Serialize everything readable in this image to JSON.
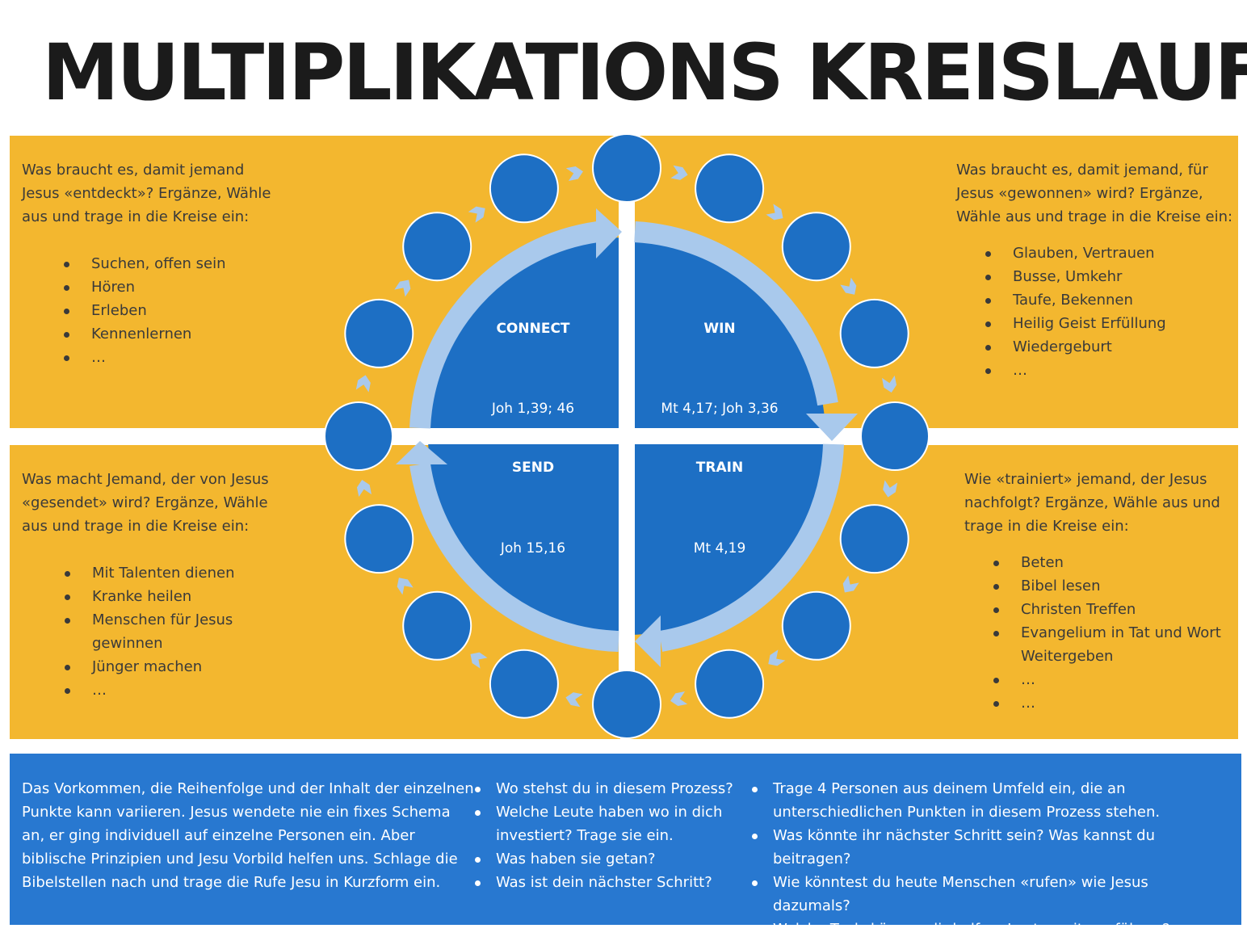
{
  "title": "MULTIPLIKATIONS KREISLAUF",
  "colors": {
    "panel_yellow": "#f3b72f",
    "circle_blue": "#1d6fc4",
    "arrow_light_blue": "#a9c9ec",
    "bottom_blue": "#2878d0",
    "title_black": "#1b1b1b"
  },
  "quadrants": {
    "connect": {
      "label": "CONNECT",
      "verse": "Joh 1,39; 46"
    },
    "win": {
      "label": "WIN",
      "verse": "Mt 4,17; Joh 3,36"
    },
    "send": {
      "label": "SEND",
      "verse": "Joh 15,16"
    },
    "train": {
      "label": "TRAIN",
      "verse": "Mt 4,19"
    }
  },
  "panels": {
    "top_left": {
      "question": "Was braucht es, damit jemand Jesus «entdeckt»? Ergänze, Wähle aus und trage in die Kreise ein:",
      "items": [
        "Suchen, offen sein",
        "Hören",
        "Erleben",
        "Kennenlernen",
        "…"
      ]
    },
    "top_right": {
      "question": "Was braucht es, damit jemand, für Jesus «gewonnen» wird? Ergänze, Wähle aus und trage in die Kreise ein:",
      "items": [
        "Glauben, Vertrauen",
        "Busse, Umkehr",
        "Taufe, Bekennen",
        "Heilig Geist Erfüllung",
        "Wiedergeburt",
        "…"
      ]
    },
    "bottom_left": {
      "question": "Was macht Jemand, der von Jesus «gesendet» wird? Ergänze, Wähle aus und trage in die Kreise ein:",
      "items": [
        "Mit Talenten dienen",
        "Kranke heilen",
        "Menschen für Jesus gewinnen",
        "Jünger machen",
        "…"
      ]
    },
    "bottom_right": {
      "question": "Wie «trainiert» jemand, der Jesus nachfolgt? Ergänze, Wähle aus und trage in die Kreise ein:",
      "items": [
        "Beten",
        "Bibel lesen",
        "Christen Treffen",
        "Evangelium in Tat und Wort Weitergeben",
        "…",
        "…"
      ]
    }
  },
  "bottom": {
    "text": "Das Vorkommen, die Reihenfolge und der Inhalt der einzelnen Punkte kann variieren. Jesus wendete nie ein fixes Schema an, er ging individuell auf einzelne Personen ein. Aber biblische Prinzipien und Jesu Vorbild helfen uns. Schlage die Bibelstellen nach und trage die Rufe Jesu in Kurzform ein.",
    "middle_items": [
      "Wo stehst du in diesem Prozess?",
      "Welche Leute haben wo in dich investiert? Trage sie ein.",
      "Was haben sie getan?",
      "Was ist dein nächster Schritt?"
    ],
    "right_items": [
      "Trage 4 Personen aus deinem Umfeld ein, die an unterschiedlichen Punkten in diesem Prozess stehen.",
      "Was könnte ihr nächster Schritt sein? Was kannst du beitragen?",
      "Wie könntest du heute Menschen «rufen» wie Jesus dazumals?",
      "Welche Tools können dir helfen, Leute weiterzuführen?"
    ]
  }
}
